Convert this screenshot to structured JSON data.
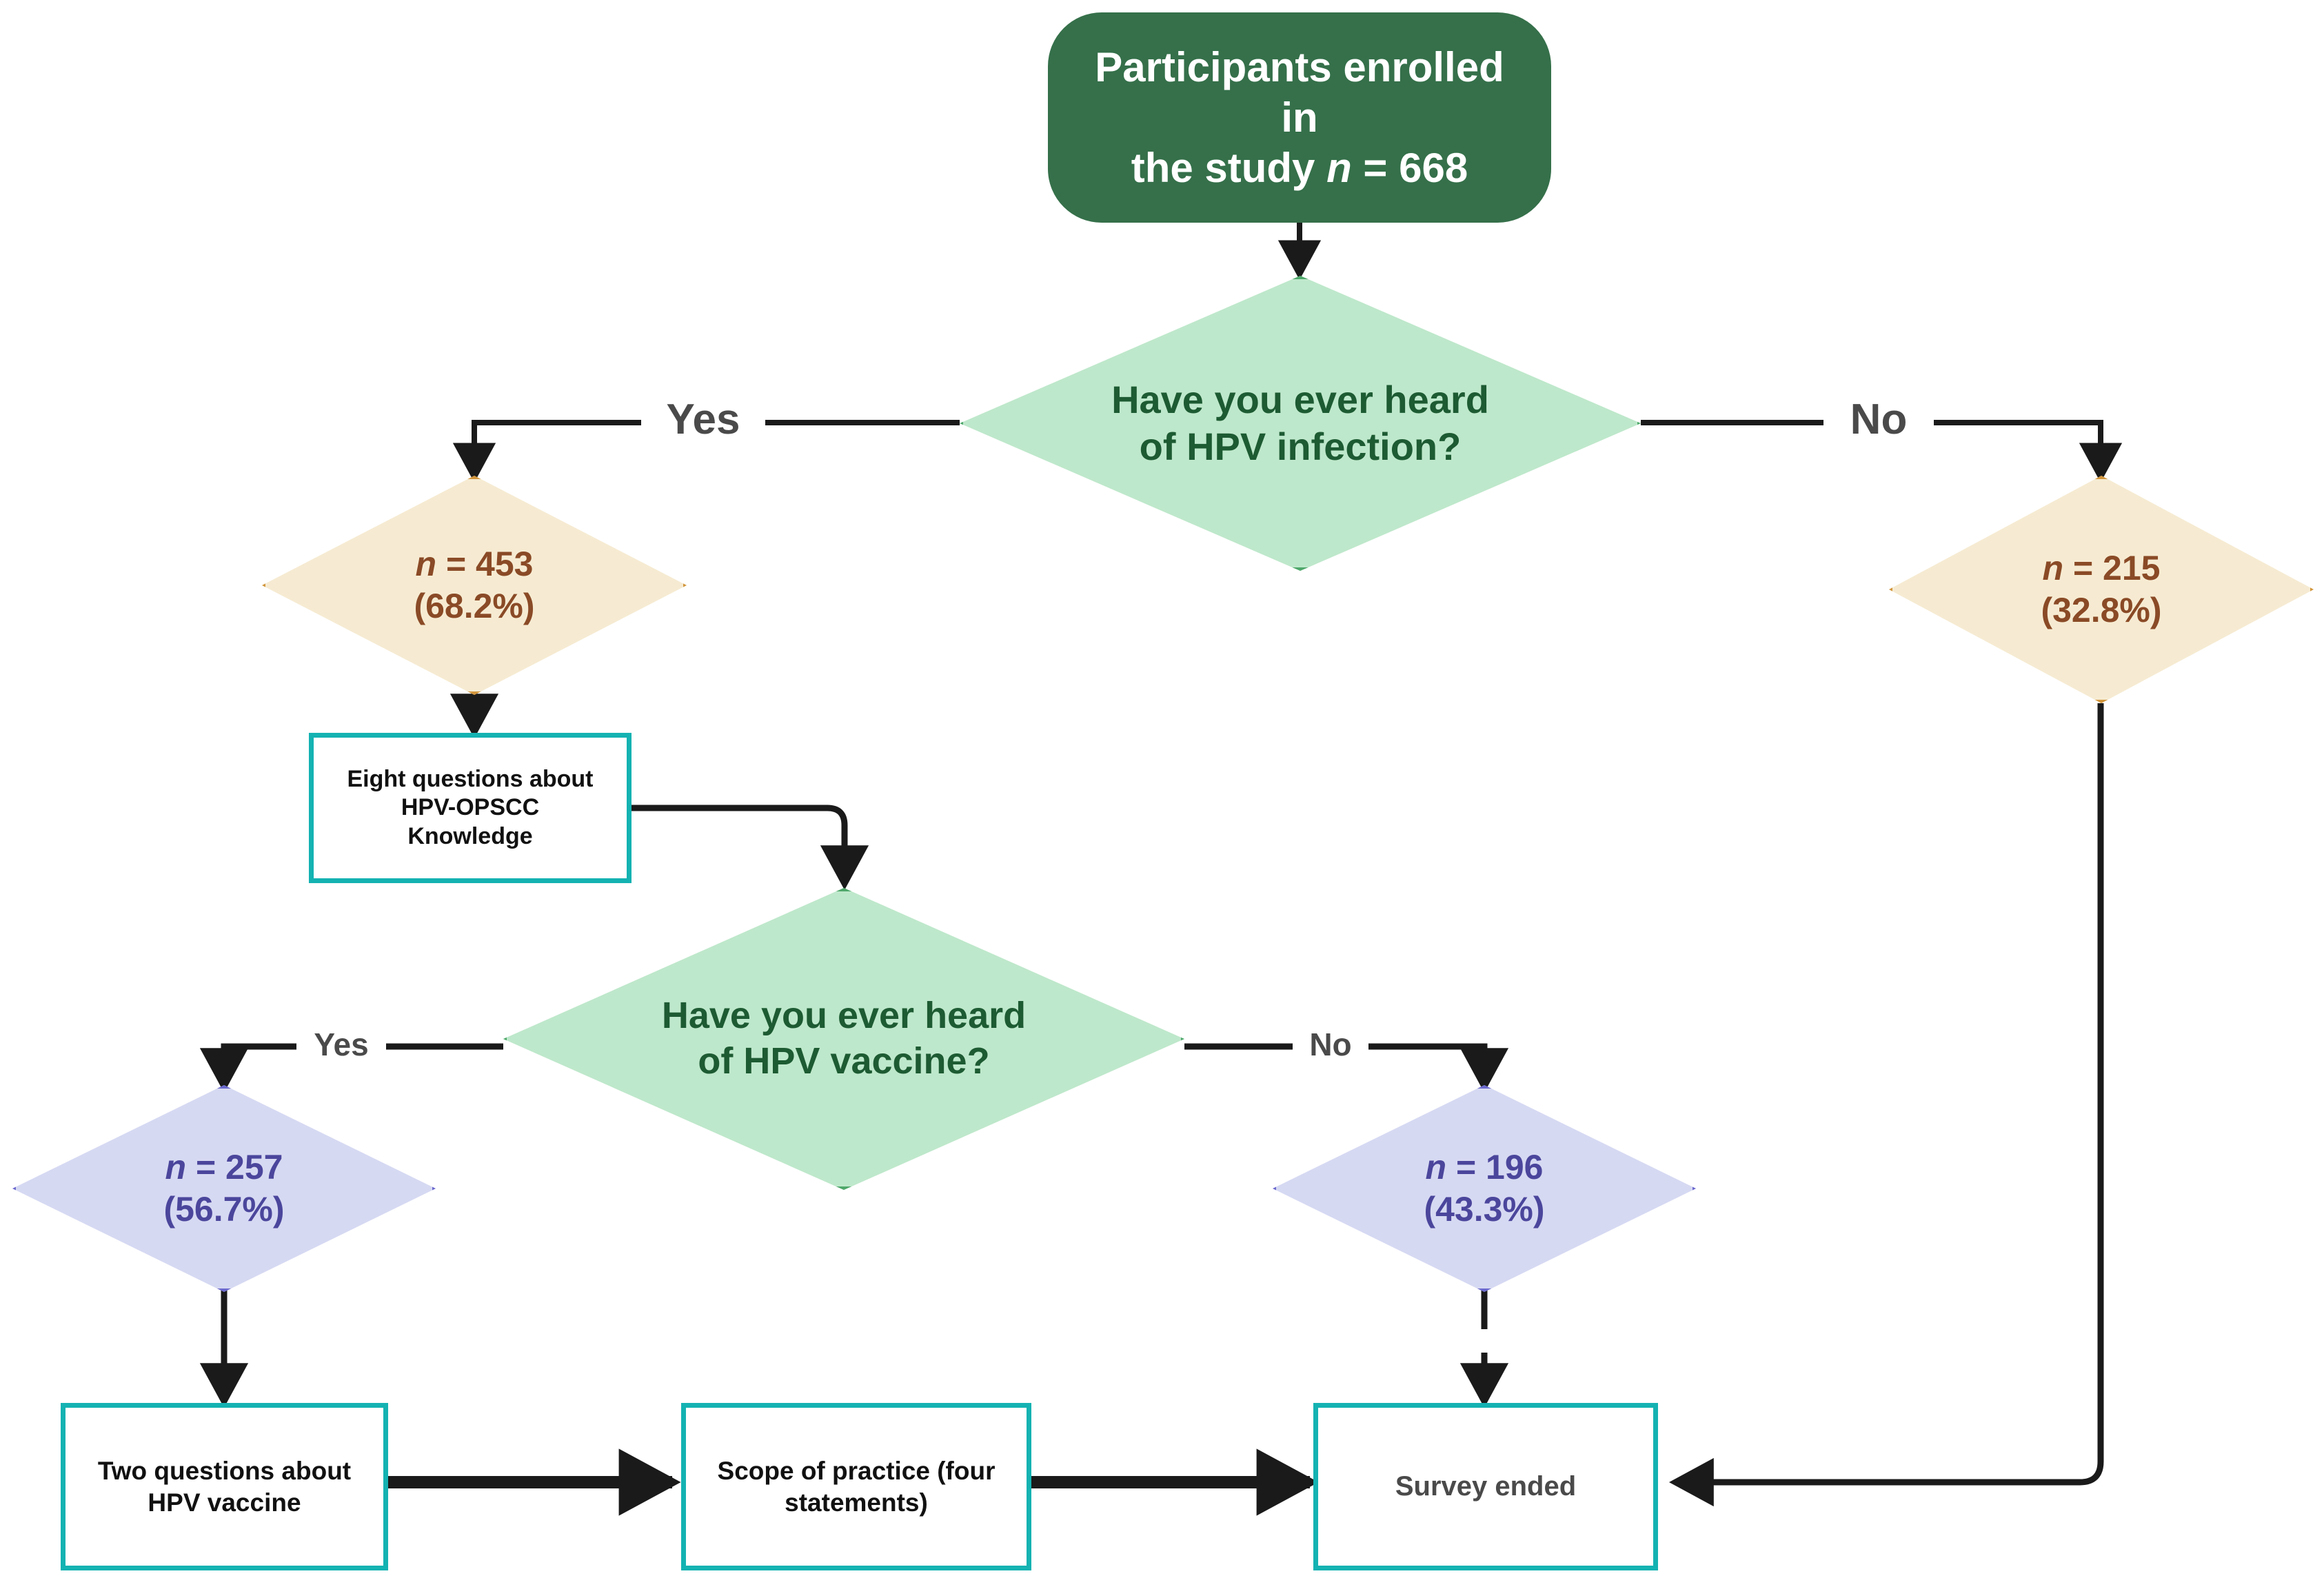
{
  "diagram": {
    "title": "HPV survey participant flow",
    "colors": {
      "start_fill": "#35704A",
      "start_text": "#FFFFFF",
      "decision_green_fill": "#BEE8CB",
      "decision_green_border": "#4FA86B",
      "decision_green_text": "#1D5B33",
      "decision_tan_fill": "#F6EBD2",
      "decision_tan_border": "#D2963C",
      "decision_tan_text": "#8A4A26",
      "decision_purple_fill": "#D6D9F2",
      "decision_purple_border": "#6B69CE",
      "decision_purple_text": "#4B469C",
      "process_border": "#14B2B2",
      "process_fill": "#FFFFFF",
      "process_text": "#111111",
      "edge": "#1A1A1A",
      "edge_label_text": "#4A4A4A"
    }
  },
  "nodes": {
    "start": {
      "line1": "Participants  enrolled in",
      "line2_pre": "the study ",
      "line2_n": "n",
      "line2_post": " = 668"
    },
    "q_infection": {
      "line1": "Have you ever heard",
      "line2": "of HPV infection?"
    },
    "heard_yes": {
      "n_italic": "n",
      "count": " = 453",
      "percent": "(68.2%)"
    },
    "heard_no": {
      "n_italic": "n",
      "count": " = 215",
      "percent": "(32.8%)"
    },
    "eight_questions": {
      "line1": "Eight questions about",
      "line2": "HPV-OPSCC",
      "line3": "Knowledge"
    },
    "q_vaccine": {
      "line1": "Have you ever heard",
      "line2": "of  HPV vaccine?"
    },
    "vaccine_yes": {
      "n_italic": "n",
      "count": " = 257",
      "percent": "(56.7%)"
    },
    "vaccine_no": {
      "n_italic": "n",
      "count": " = 196",
      "percent": "(43.3%)"
    },
    "two_questions": {
      "line1": "Two questions about",
      "line2": "HPV vaccine"
    },
    "scope_practice": {
      "line1": "Scope of practice (four",
      "line2": "statements)"
    },
    "survey_ended": {
      "label": "Survey ended"
    }
  },
  "edge_labels": {
    "infection_yes": "Yes",
    "infection_no": "No",
    "vaccine_yes": "Yes",
    "vaccine_no": "No"
  },
  "chart_data": {
    "type": "diagram",
    "title": "Participant flow through HPV / HPV-OPSCC awareness survey",
    "total_enrolled": 668,
    "branches": [
      {
        "question": "Have you ever heard of HPV infection?",
        "answer": "Yes",
        "n": 453,
        "percent": 68.2
      },
      {
        "question": "Have you ever heard of HPV infection?",
        "answer": "No",
        "n": 215,
        "percent": 32.8
      },
      {
        "question": "Have you ever heard of  HPV vaccine?",
        "answer": "Yes",
        "n": 257,
        "percent": 56.7
      },
      {
        "question": "Have you ever heard of  HPV vaccine?",
        "answer": "No",
        "n": 196,
        "percent": 43.3
      }
    ],
    "terminal_nodes": [
      "Two questions about HPV vaccine",
      "Scope of practice (four statements)",
      "Survey ended"
    ]
  }
}
